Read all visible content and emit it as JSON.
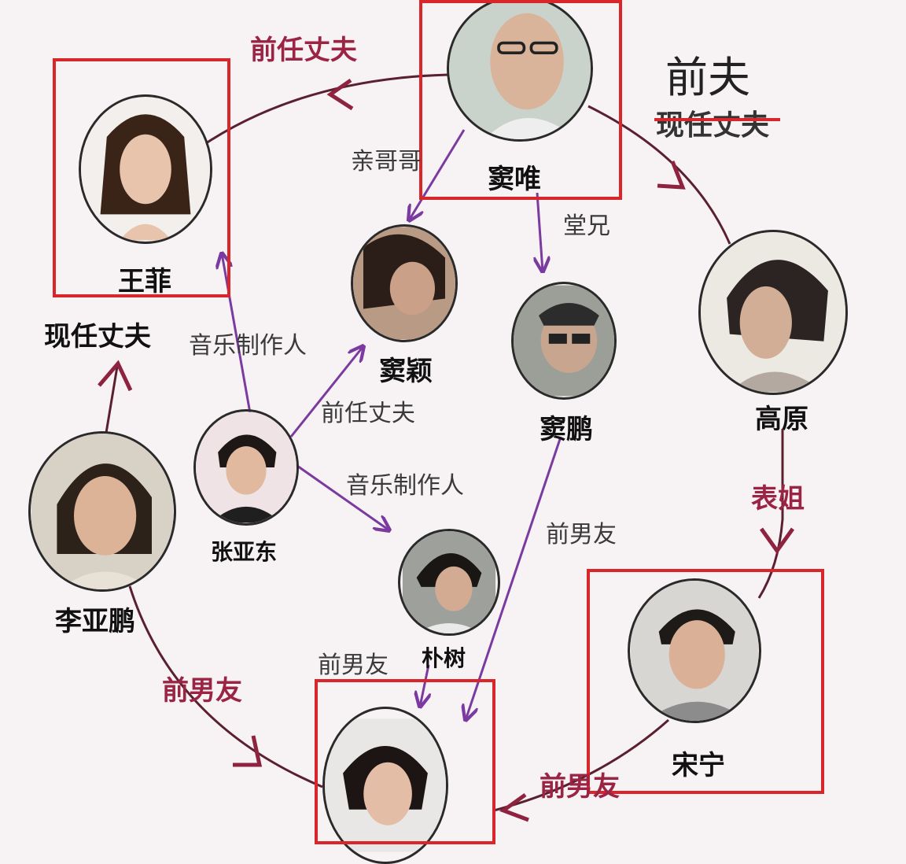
{
  "people": {
    "dou_wei": "窦唯",
    "wang_fei": "王菲",
    "dou_ying": "窦颖",
    "dou_peng": "窦鹏",
    "gao_yuan": "高原",
    "zhang_yadong": "张亚东",
    "li_yapeng": "李亚鹏",
    "pu_shu": "朴树",
    "song_ning": "宋宁"
  },
  "relations": {
    "former_husband_top": "前任丈夫",
    "ex_husband": "前夫",
    "current_husband_struck": "现任丈夫",
    "own_brother": "亲哥哥",
    "cousin_brother": "堂兄",
    "current_husband": "现任丈夫",
    "music_producer_1": "音乐制作人",
    "former_husband_mid": "前任丈夫",
    "music_producer_2": "音乐制作人",
    "cousin_sister": "表姐",
    "ex_boyfriend_purple": "前男友",
    "ex_boyfriend_left": "前男友",
    "ex_boyfriend_pushu": "前男友",
    "ex_boyfriend_bottom": "前男友"
  },
  "colors": {
    "dark_red": "#8e2340",
    "purple": "#7b3aa0",
    "highlight_red": "#d9262a"
  }
}
